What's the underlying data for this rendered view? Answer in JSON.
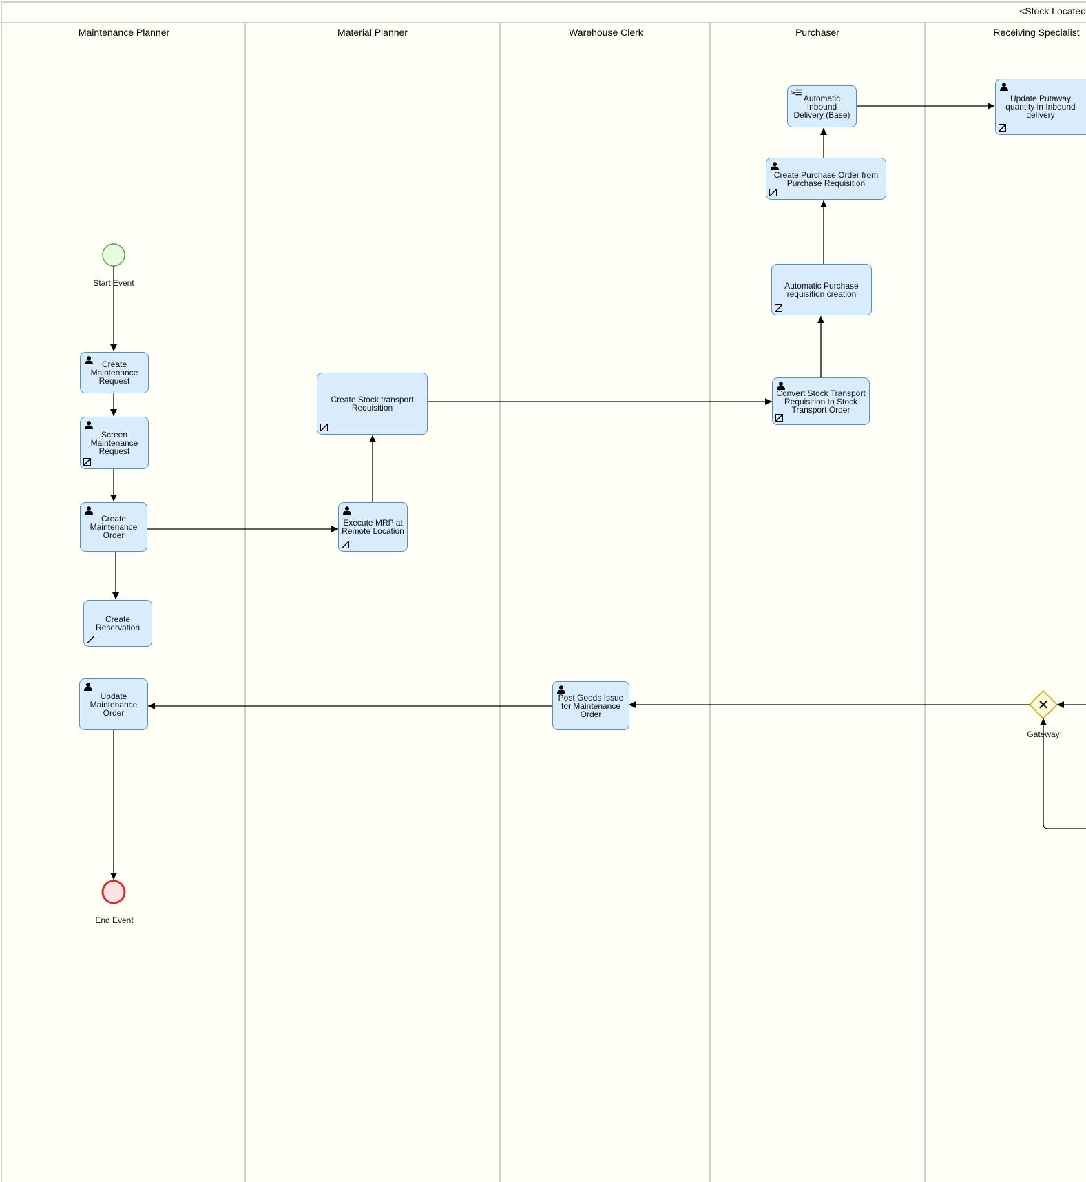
{
  "pool": {
    "title": "<Stock Located"
  },
  "lanes": [
    "Maintenance Planner",
    "Material Planner",
    "Warehouse Clerk",
    "Purchaser",
    "Receiving Specialist"
  ],
  "events": {
    "start": "Start Event",
    "end": "End Event"
  },
  "gateway": {
    "label": "Gateway",
    "symbol": "✕"
  },
  "tasks": {
    "create_maintenance_request": "Create Maintenance Request",
    "screen_maintenance_request": "Screen Maintenance Request",
    "create_maintenance_order": "Create Maintenance Order",
    "create_reservation": "Create Reservation",
    "update_maintenance_order": "Update Maintenance Order",
    "create_stock_transport_requisition": "Create Stock transport Requisition",
    "execute_mrp": "Execute MRP at Remote Location",
    "post_goods_issue": "Post Goods Issue for Maintenance Order",
    "automatic_inbound_delivery": "Automatic Inbound Delivery (Base)",
    "create_po_from_pr": "Create Purchase Order from Purchase Requisition",
    "automatic_pr_creation": "Automatic Purchase requisition creation",
    "convert_str_to_sto": "Convert Stock Transport Requisition to Stock Transport Order",
    "update_putaway_quantity": "Update Putaway quantity in Inbound delivery"
  },
  "colors": {
    "task_fill": "#d9ecfc",
    "task_border": "#4f93c6",
    "lane_fill": "#fffff5",
    "start_fill": "#e8fbe0",
    "start_stroke": "#5aa342",
    "end_fill": "#fde3e3",
    "end_stroke": "#d03030",
    "gateway_fill": "#fffbd9",
    "gateway_stroke": "#c9a200"
  }
}
